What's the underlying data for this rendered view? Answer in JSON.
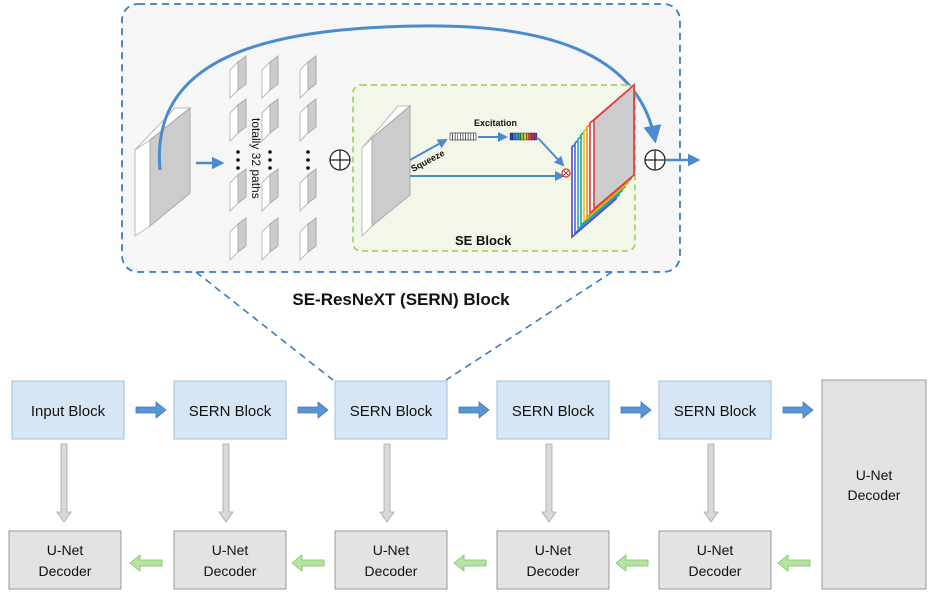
{
  "detail": {
    "title": "SE-ResNeXT (SERN) Block",
    "paths_label": "totally 32 paths",
    "se_label": "SE Block",
    "squeeze_label": "Squeeze",
    "excitation_label": "Excitation"
  },
  "encoder": {
    "blocks": [
      {
        "label": "Input Block"
      },
      {
        "label": "SERN Block"
      },
      {
        "label": "SERN Block"
      },
      {
        "label": "SERN Block"
      },
      {
        "label": "SERN Block"
      }
    ]
  },
  "bottleneck": {
    "line1": "U-Net",
    "line2": "Decoder"
  },
  "decoders": [
    {
      "line1": "U-Net",
      "line2": "Decoder"
    },
    {
      "line1": "U-Net",
      "line2": "Decoder"
    },
    {
      "line1": "U-Net",
      "line2": "Decoder"
    },
    {
      "line1": "U-Net",
      "line2": "Decoder"
    },
    {
      "line1": "U-Net",
      "line2": "Decoder"
    }
  ],
  "colors": {
    "block_fill": "#d6e6f5",
    "block_stroke": "#9ec1e2",
    "decoder_fill": "#e3e3e3",
    "decoder_stroke": "#9a9a9a",
    "accent_blue": "#3b7bbf",
    "arrow_green": "#8fd27a",
    "se_dash": "#92d050"
  }
}
